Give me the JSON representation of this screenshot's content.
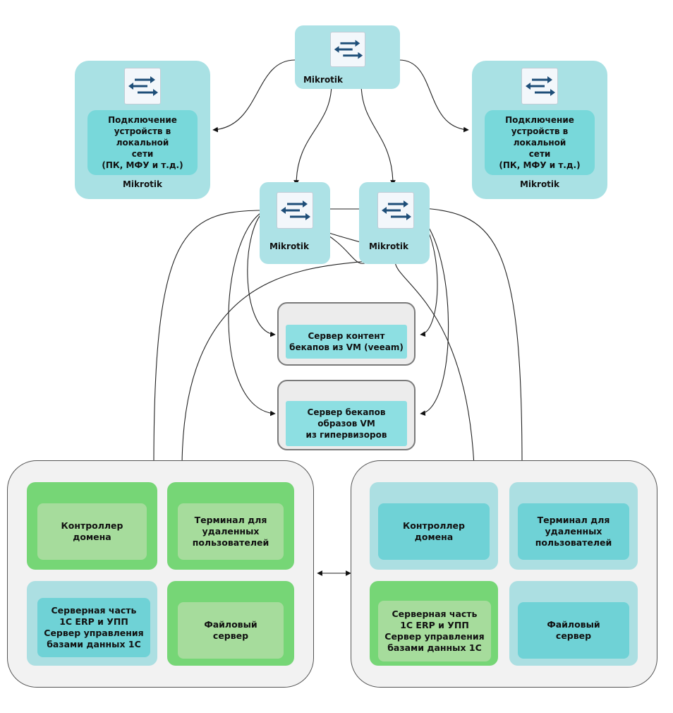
{
  "routers": {
    "top": {
      "label": "Mikrotik"
    },
    "left": {
      "label": "Mikrotik",
      "desc": "Подключение\nустройств в\nлокальной\nсети\n(ПК, МФУ и т.д.)"
    },
    "right": {
      "label": "Mikrotik",
      "desc": "Подключение\nустройств в\nлокальной\nсети\n(ПК, МФУ и т.д.)"
    },
    "core_left": {
      "label": "Mikrotik"
    },
    "core_right": {
      "label": "Mikrotik"
    }
  },
  "servers": {
    "backup_content": "Сервер контент\nбекапов из VM (veeam)",
    "backup_images": "Сервер бекапов\nобразов VM\nиз гипервизоров"
  },
  "cluster_left": {
    "dc": "Контроллер\nдомена",
    "terminal": "Терминал для\nудаленных\nпользователей",
    "erp": "Серверная часть\n1С ERP и УПП\nСервер управления\nбазами данных 1С",
    "file": "Файловый\nсервер"
  },
  "cluster_right": {
    "dc": "Контроллер\nдомена",
    "terminal": "Терминал для\nудаленных\nпользователей",
    "erp": "Серверная часть\n1С ERP и УПП\nСервер управления\nбазами данных 1С",
    "file": "Файловый\nсервер"
  },
  "colors": {
    "router_bg": "#a9e1e4",
    "teal_inner": "#78d8da",
    "green_outer": "#76d676",
    "green_inner": "#a6dc9c",
    "icon_arrow": "#1e4e78"
  },
  "icons": {
    "router": "switch-arrows-icon"
  }
}
